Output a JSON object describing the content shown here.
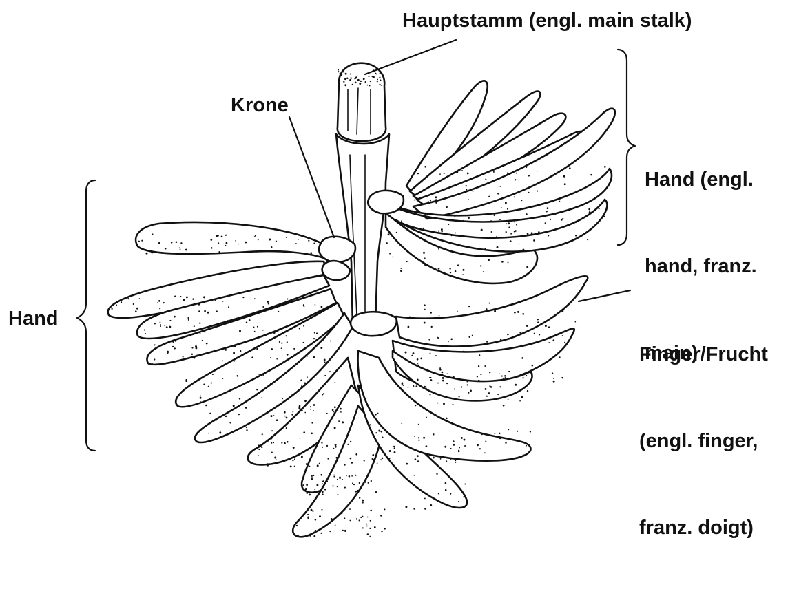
{
  "labels": {
    "main_stalk": "Hauptstamm (engl. main stalk)",
    "crown": "Krone",
    "hand_right": [
      "Hand (engl.",
      "hand, franz.",
      "main)"
    ],
    "hand_left": "Hand",
    "finger": [
      "Finger/Frucht",
      "(engl. finger,",
      "franz. doigt)"
    ]
  },
  "colors": {
    "ink": "#111111",
    "background": "#ffffff"
  }
}
